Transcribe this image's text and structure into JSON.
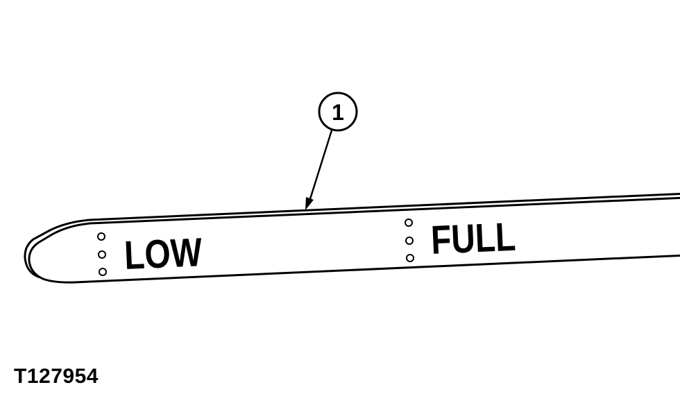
{
  "diagram": {
    "callout": {
      "number": "1"
    },
    "markings": {
      "low_label": "LOW",
      "full_label": "FULL"
    },
    "figure_id": "T127954"
  },
  "colors": {
    "line": "#000000",
    "background": "#ffffff"
  }
}
